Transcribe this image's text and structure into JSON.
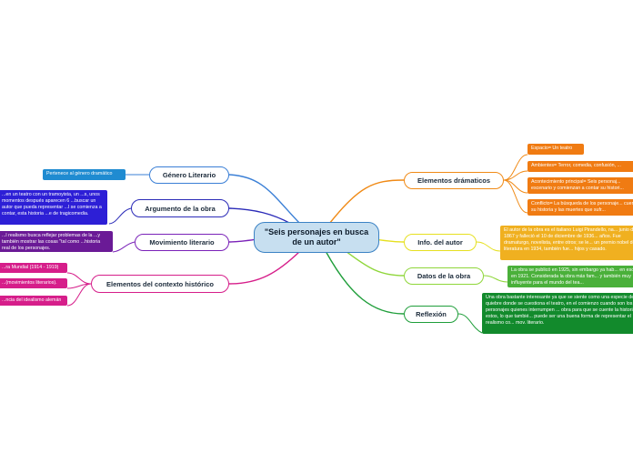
{
  "central": "\"Seis personajes en busca de un autor\"",
  "colors": {
    "blue": "#3a7fd6",
    "navy": "#2b2bb8",
    "purple": "#7a22b8",
    "magenta": "#d61e8a",
    "orange": "#f08a16",
    "yellow": "#e6e020",
    "lime": "#8fd63a",
    "green": "#1f9e3a"
  },
  "left_branches": [
    {
      "label": "Género Literario",
      "leaves": [
        "Pertenece al género dramático"
      ]
    },
    {
      "label": "Argumento de la obra",
      "leaves": [
        "...en un teatro con un tramoyista, un ...s, unos momentos después aparecen 6 ...buscar un autor que pueda representar ...l se comienza a contar, esta historia ...e de tragicomedia."
      ]
    },
    {
      "label": "Movimiento literario",
      "leaves": [
        "...l realismo busca reflejar problemas de la ...y también mostrar las cosas \"tal como ...historia real de los personajes."
      ]
    },
    {
      "label": "Elementos del contexto histórico",
      "leaves": [
        "...ra Mundial (1914 - 1919)",
        "...(movimientos literarios).",
        "...ncia del idealismo alemán"
      ]
    }
  ],
  "right_branches": [
    {
      "label": "Elementos drámaticos",
      "leaves": [
        "Espacio= Un teatro",
        "Ambientes= Terror, comedia, confusión, ...",
        "Acontecimiento principal= Seis personaj... escenario y comienzan a contar su histori...",
        "Conflicto= La búsqueda de los personaje... cuente su historia y las muertes que sufr..."
      ]
    },
    {
      "label": "Info. del autor",
      "leaves": [
        "El autor de la obra es el italiano Luigi Pirandello, na... junio de 1867 y falleció el 10 de diciembre de 1936... años. Fue dramaturgo, novelista, entre otros; se le... un premio nobel de literatura en 1934, también fue... hijos y casado."
      ]
    },
    {
      "label": "Datos de la obra",
      "leaves": [
        "La obra se publicó en 1925, sin embargo ya hab... en escena en 1921. Considerada la obra más fam... y también muy influyente para el mundo del tea..."
      ]
    },
    {
      "label": "Reflexión",
      "leaves": [
        "Una obra bastante interesante ya que se siente como una especie de quiebre donde se cuestiona el teatro, en el comienzo cuando son los personajes quienes interrumpen ... obra para que se cuente la historia de estos, lo que tambié... puede ser una buena forma de representar el realismo co... mov. literario."
      ]
    }
  ]
}
